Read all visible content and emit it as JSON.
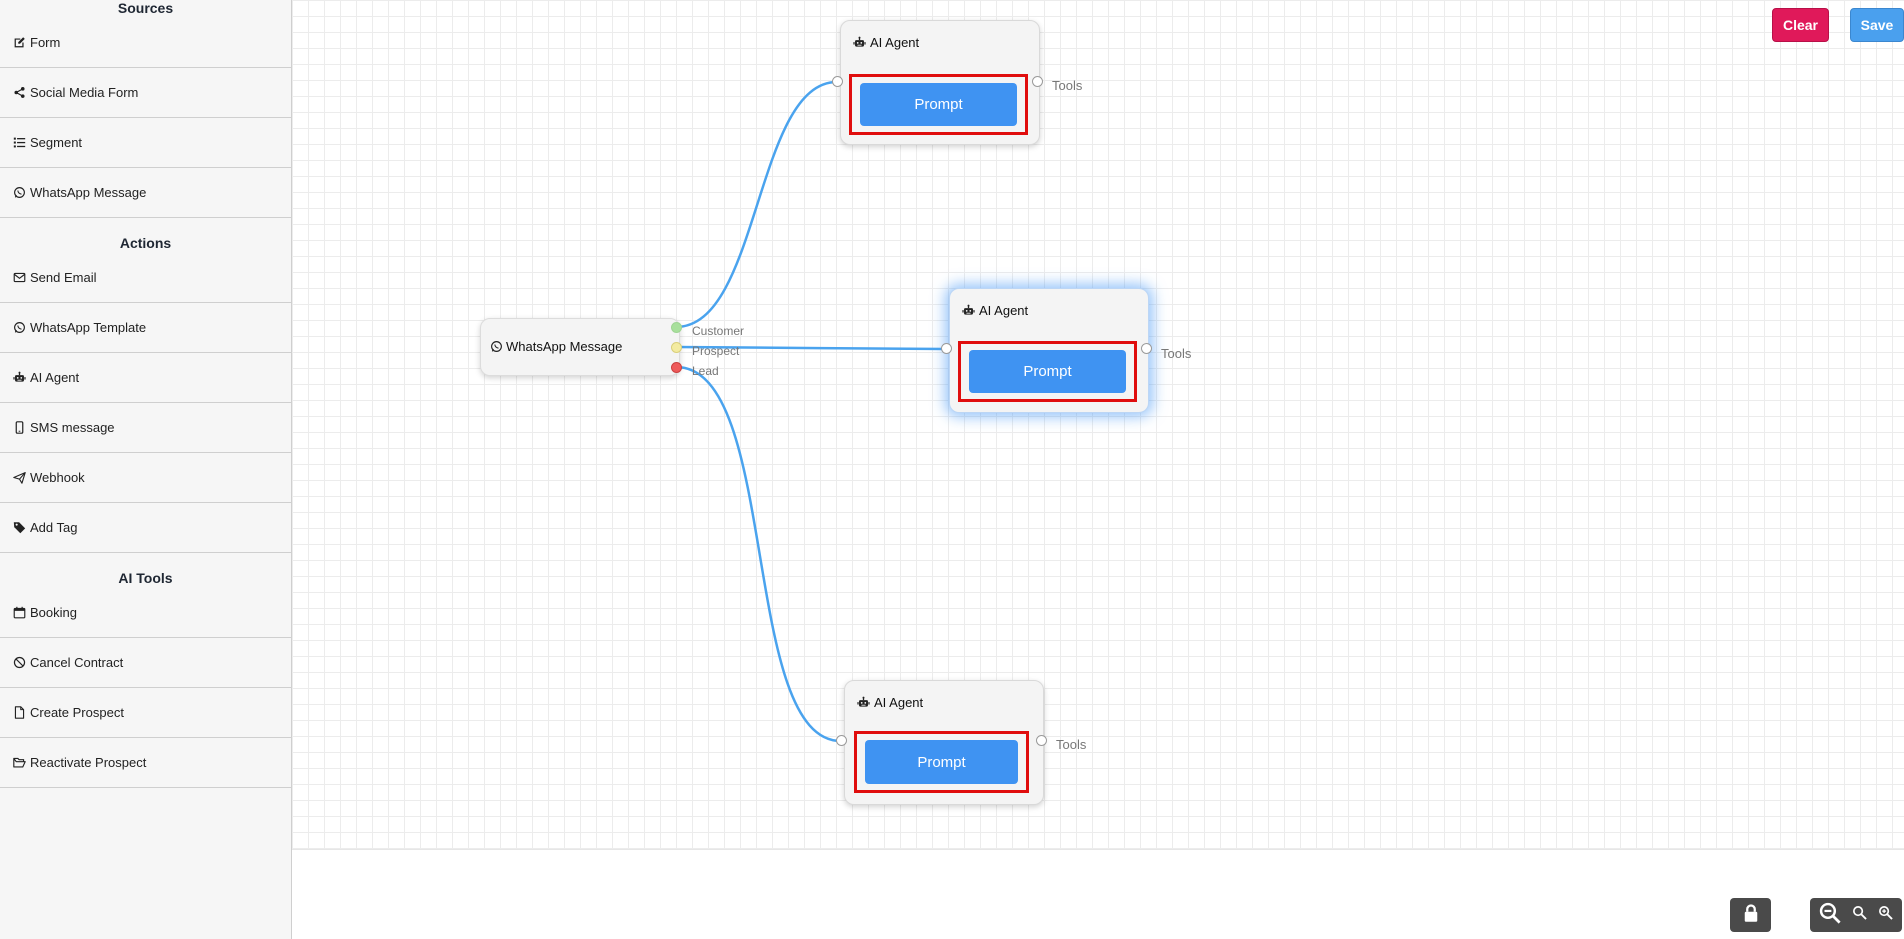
{
  "sidebar": {
    "sections": [
      {
        "title": "Sources",
        "items": [
          {
            "label": "Form",
            "icon": "edit-icon"
          },
          {
            "label": "Social Media Form",
            "icon": "share-icon"
          },
          {
            "label": "Segment",
            "icon": "list-icon"
          },
          {
            "label": "WhatsApp Message",
            "icon": "whatsapp-icon"
          }
        ]
      },
      {
        "title": "Actions",
        "items": [
          {
            "label": "Send Email",
            "icon": "envelope-icon"
          },
          {
            "label": "WhatsApp Template",
            "icon": "whatsapp-icon"
          },
          {
            "label": "AI Agent",
            "icon": "robot-icon"
          },
          {
            "label": "SMS message",
            "icon": "mobile-icon"
          },
          {
            "label": "Webhook",
            "icon": "paper-plane-icon"
          },
          {
            "label": "Add Tag",
            "icon": "tag-icon"
          }
        ]
      },
      {
        "title": "AI Tools",
        "items": [
          {
            "label": "Booking",
            "icon": "calendar-icon"
          },
          {
            "label": "Cancel Contract",
            "icon": "ban-icon"
          },
          {
            "label": "Create Prospect",
            "icon": "file-icon"
          },
          {
            "label": "Reactivate Prospect",
            "icon": "folder-open-icon"
          }
        ]
      }
    ]
  },
  "toolbar": {
    "clear_label": "Clear",
    "save_label": "Save"
  },
  "canvas": {
    "source_node": {
      "label": "WhatsApp Message",
      "outputs": [
        {
          "label": "Customer",
          "color": "#a8e09c"
        },
        {
          "label": "Prospect",
          "color": "#f3eba0"
        },
        {
          "label": "Lead",
          "color": "#ee5a5a"
        }
      ]
    },
    "agent_nodes": [
      {
        "title": "AI Agent",
        "button": "Prompt",
        "tools_label": "Tools"
      },
      {
        "title": "AI Agent",
        "button": "Prompt",
        "tools_label": "Tools"
      },
      {
        "title": "AI Agent",
        "button": "Prompt",
        "tools_label": "Tools"
      }
    ]
  },
  "colors": {
    "edge": "#4aa3ee",
    "prompt": "#3f93f2",
    "highlight": "#e00d0d",
    "clear": "#e0195a",
    "save": "#4aa0ee"
  },
  "controls": [
    "lock-icon",
    "zoom-out-icon",
    "zoom-reset-icon",
    "zoom-in-icon"
  ]
}
